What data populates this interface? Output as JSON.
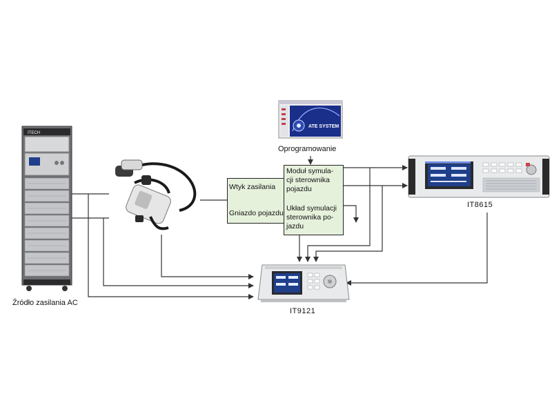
{
  "software": {
    "label": "Oprogramowanie",
    "screen_text": "ATE SYSTEM"
  },
  "ac_source": {
    "label": "Źródło zasilania AC",
    "brand": "ITECH"
  },
  "connector_box": {
    "plug_label": "Wtyk zasilania",
    "socket_label": "Gniazdo pojazdu"
  },
  "simulation_box": {
    "module_label_lines": [
      "Moduł symula-",
      "cji sterownika",
      "pojazdu"
    ],
    "circuit_label_lines": [
      "Układ symulacji",
      "sterownika po-",
      "jazdu"
    ]
  },
  "it8615": {
    "label": "IT8615"
  },
  "it9121": {
    "label": "IT9121"
  },
  "colors": {
    "box_fill": "#e6f1dc",
    "line": "#333333",
    "instrument_body": "#e9eaec",
    "display_blue": "#1f3f8a"
  }
}
